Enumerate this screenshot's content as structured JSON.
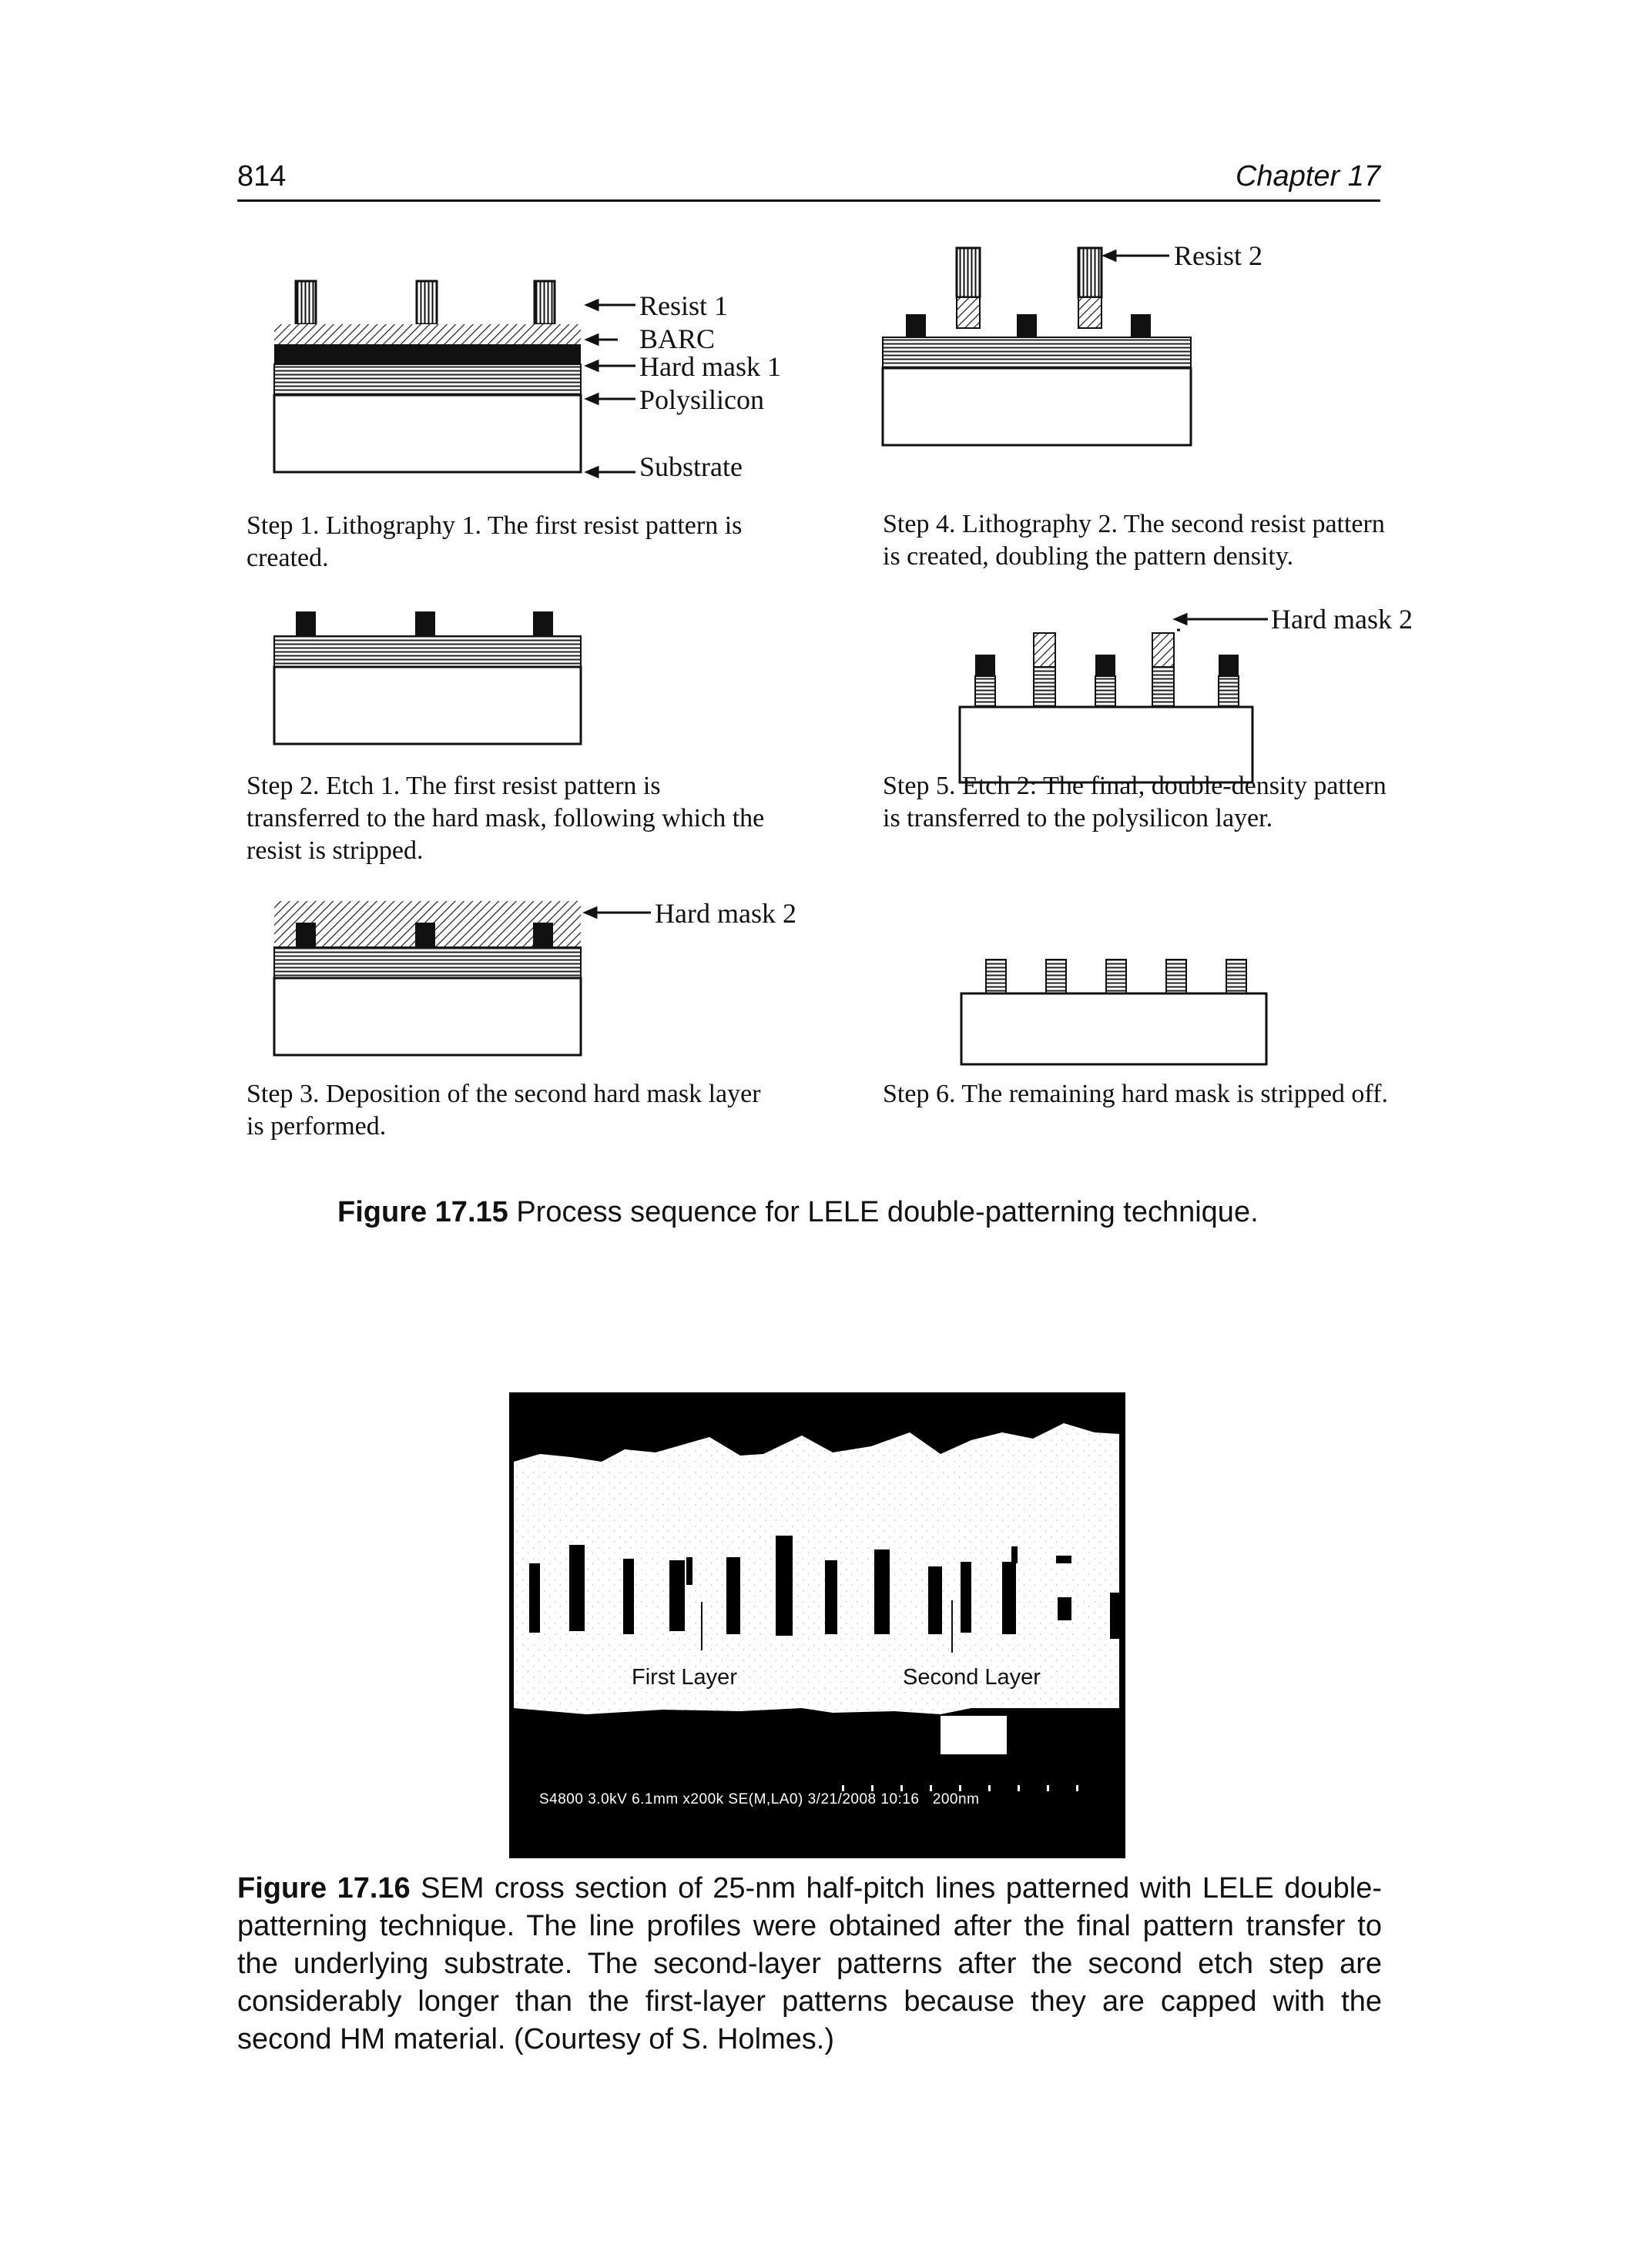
{
  "page_header": {
    "page_number": "814",
    "chapter": "Chapter 17"
  },
  "layer_labels": {
    "resist1": "Resist 1",
    "barc": "BARC",
    "hard_mask1": "Hard mask 1",
    "polysilicon": "Polysilicon",
    "substrate": "Substrate",
    "resist2": "Resist 2",
    "hard_mask2": "Hard mask 2"
  },
  "steps": [
    {
      "caption": "Step 1. Lithography 1. The first resist pattern is created."
    },
    {
      "caption": "Step 2. Etch 1. The first resist pattern is transferred to the hard mask, following which the resist is stripped."
    },
    {
      "caption": "Step 3. Deposition of the second hard mask layer is performed."
    },
    {
      "caption": "Step 4. Lithography 2. The second resist pattern is created, doubling the pattern density."
    },
    {
      "caption": "Step 5. Etch 2: The final, double-density pattern is transferred to the polysilicon layer."
    },
    {
      "caption": "Step 6. The remaining hard mask is stripped off."
    }
  ],
  "figure_15": {
    "label": "Figure 17.15",
    "caption": "Process sequence for LELE double-patterning technique."
  },
  "sem_image": {
    "first_layer_label": "First Layer",
    "second_layer_label": "Second Layer",
    "info_bar": "S4800 3.0kV 6.1mm x200k SE(M,LA0) 3/21/2008 10:16",
    "scale_bar": "200nm"
  },
  "figure_16": {
    "label": "Figure 17.16",
    "caption": "SEM cross section of 25-nm half-pitch lines patterned with LELE double-patterning technique. The line profiles were obtained after the final pattern transfer to the underlying substrate. The second-layer patterns after the second etch step are considerably longer than the first-layer patterns because they are capped with the second HM material. (Courtesy of S. Holmes.)"
  }
}
